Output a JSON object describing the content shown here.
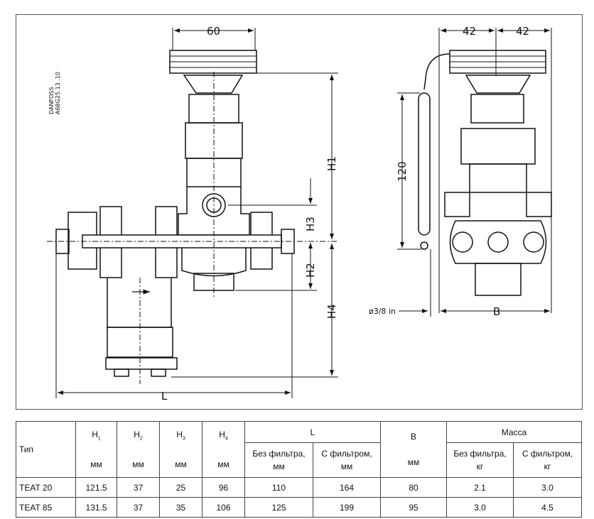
{
  "drawing": {
    "code_line1": "DANFOSS",
    "code_line2": "A68G25.13 .10",
    "dims": {
      "width_60": "60",
      "h1": "H1",
      "h2": "H2",
      "h3": "H3",
      "h4": "H4",
      "l": "L",
      "half_b_left": "42",
      "half_b_right": "42",
      "bulb_length": "120",
      "tube_diameter": "ø3/8 in",
      "b": "B"
    }
  },
  "table": {
    "headers": {
      "type": "Тип",
      "h1": "H",
      "h1_sub": "1",
      "h2": "H",
      "h2_sub": "2",
      "h3": "H",
      "h3_sub": "3",
      "h4": "H",
      "h4_sub": "4",
      "unit_mm": "мм",
      "l": "L",
      "l_no_filter": "Без фильтра,",
      "l_with_filter": "С фильтром,",
      "b": "B",
      "mass": "Масса",
      "mass_no_filter": "Без фильтра,",
      "mass_with_filter": "С фильтром,",
      "unit_kg": "кг"
    },
    "rows": [
      {
        "type": "TEAT 20",
        "h1": "121.5",
        "h2": "37",
        "h3": "25",
        "h4": "96",
        "l_no": "110",
        "l_with": "164",
        "b": "80",
        "m_no": "2.1",
        "m_with": "3.0"
      },
      {
        "type": "TEAT 85",
        "h1": "131.5",
        "h2": "37",
        "h3": "35",
        "h4": "106",
        "l_no": "125",
        "l_with": "199",
        "b": "95",
        "m_no": "3.0",
        "m_with": "4.5"
      }
    ]
  }
}
